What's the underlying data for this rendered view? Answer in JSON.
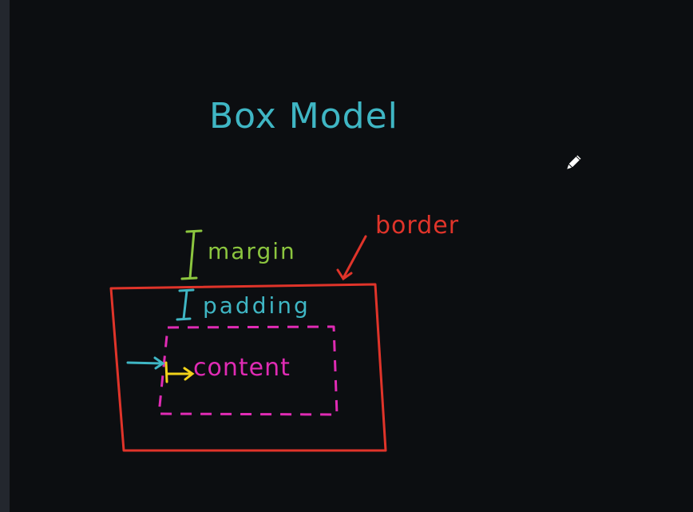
{
  "title": "Box Model",
  "labels": {
    "margin": "margin",
    "padding": "padding",
    "border": "border",
    "content": "content"
  },
  "colors": {
    "background": "#0c0e11",
    "strip": "#23272e",
    "title": "#3fb6c4",
    "margin": "#8cc63f",
    "padding": "#3fb6c4",
    "border": "#e0342a",
    "content": "#e02bb4",
    "content_indent": "#f2d21a",
    "cursor": "#ffffff"
  },
  "icons": {
    "cursor": "pencil-cursor-icon"
  }
}
